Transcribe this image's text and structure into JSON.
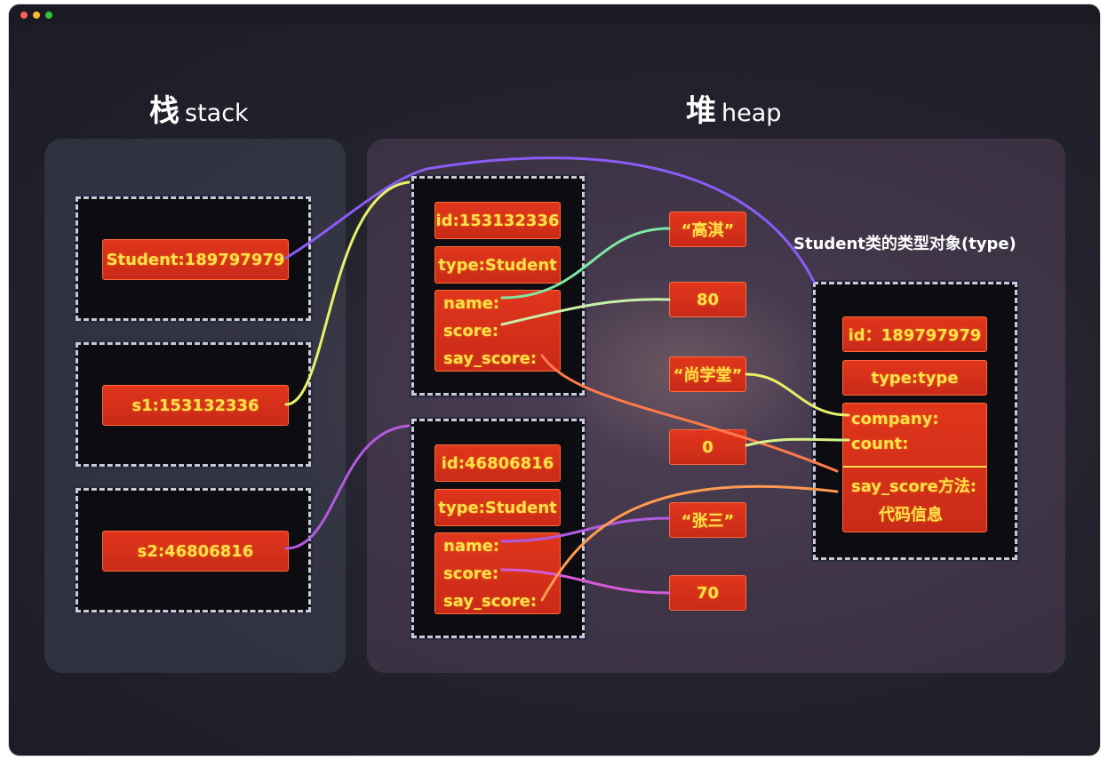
{
  "stack": {
    "title_cn": "栈",
    "title_en": "stack",
    "items": [
      "Student:189797979",
      "s1:153132336",
      "s2:46806816"
    ]
  },
  "heap": {
    "title_cn": "堆",
    "title_en": "heap",
    "object1": {
      "id": "id:153132336",
      "type": "type:Student",
      "fields": [
        "name:",
        "score:",
        "say_score:"
      ]
    },
    "object2": {
      "id": "id:46806816",
      "type": "type:Student",
      "fields": [
        "name:",
        "score:",
        "say_score:"
      ]
    },
    "values": [
      "“高淇”",
      "80",
      "“尚学堂”",
      "0",
      "“张三”",
      "70"
    ],
    "type_object": {
      "label": "Student类的类型对象(type)",
      "id": "id：189797979",
      "type": "type:type",
      "fields": [
        "company:",
        "count:"
      ],
      "method": "say_score方法:",
      "method_info": "代码信息"
    }
  },
  "colors": {
    "cell_fill": "#d4301a",
    "cell_text": "#ffe14a",
    "wire_purple": "#8b5cf6",
    "wire_yellow": "#e8f06a",
    "wire_green": "#7ee8a2",
    "wire_orange": "#ff8a50",
    "wire_magenta": "#d45ad8"
  }
}
